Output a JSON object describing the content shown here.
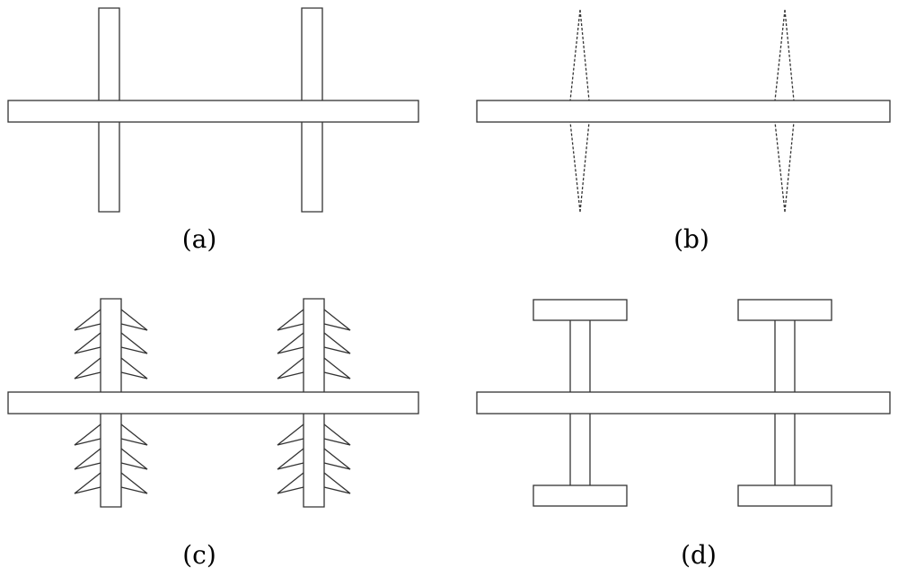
{
  "panels": [
    {
      "id": "a",
      "caption": "(a)"
    },
    {
      "id": "b",
      "caption": "(b)"
    },
    {
      "id": "c",
      "caption": "(c)"
    },
    {
      "id": "d",
      "caption": "(d)"
    }
  ],
  "colors": {
    "stroke": "#333333",
    "background": "#ffffff"
  }
}
